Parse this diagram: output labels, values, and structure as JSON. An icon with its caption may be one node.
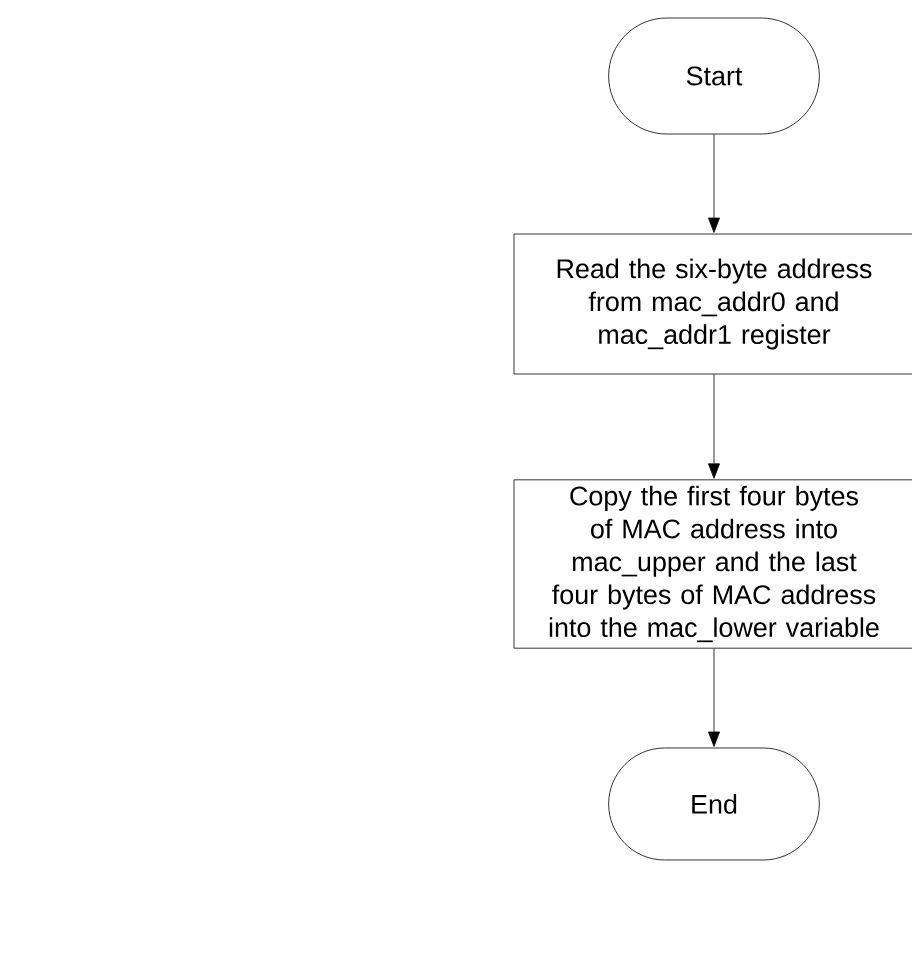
{
  "diagram": {
    "nodes": [
      {
        "text": [
          "Start"
        ]
      },
      {
        "text": [
          "Read the six-byte address from mac_addr0 and mac_addr1 register"
        ]
      },
      {
        "text": [
          "Copy the first four bytes of MAC address into mac_upper and the last four bytes of MAC address into the mac_lower variable"
        ]
      },
      {
        "text": [
          "End"
        ]
      }
    ],
    "edges": [
      {
        "from": 0,
        "to": 1,
        "arrow": "to"
      },
      {
        "from": 1,
        "to": 2,
        "arrow": "to"
      },
      {
        "from": 2,
        "to": 3,
        "arrow": "to"
      }
    ]
  }
}
